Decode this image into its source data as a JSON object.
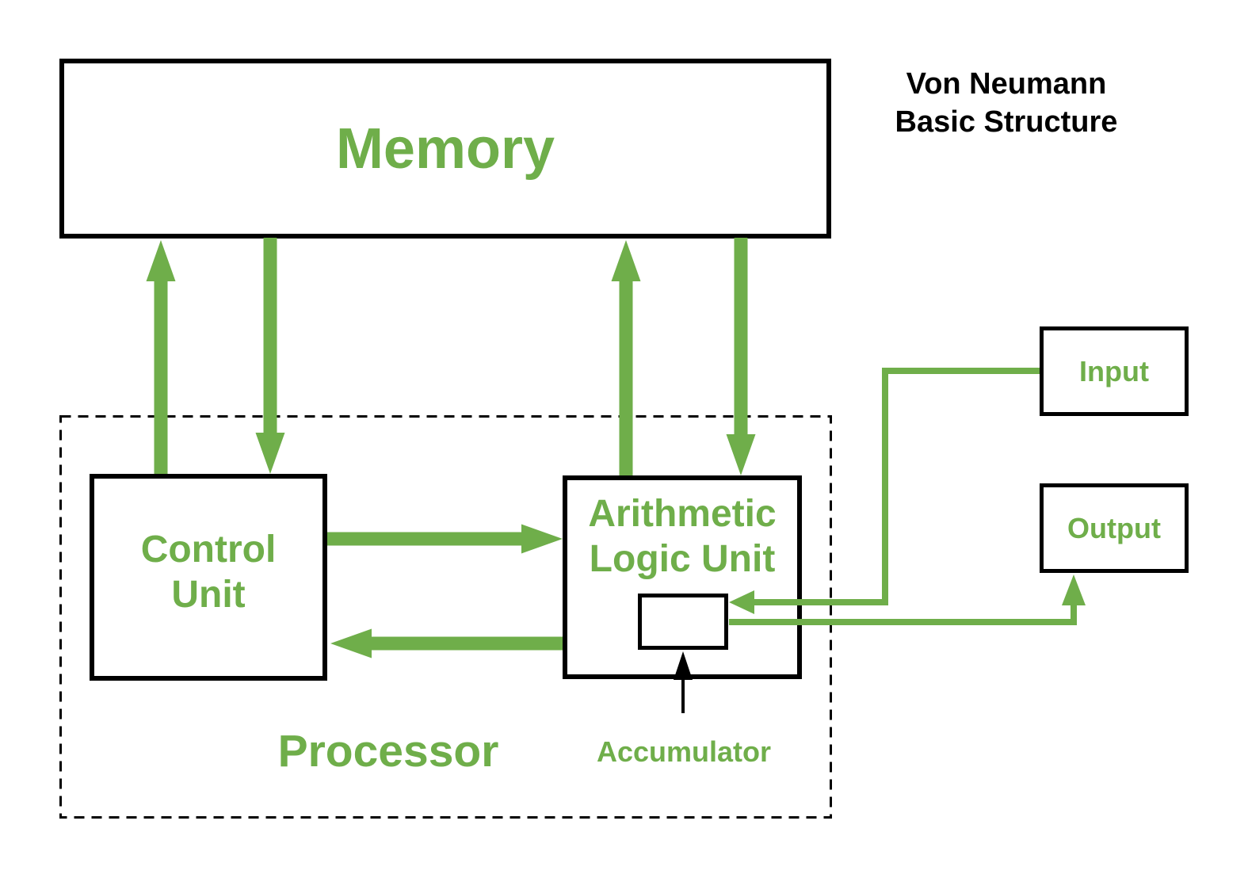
{
  "title": {
    "line1": "Von Neumann",
    "line2": "Basic Structure"
  },
  "boxes": {
    "memory": {
      "label": "Memory"
    },
    "control_unit": {
      "line1": "Control",
      "line2": "Unit"
    },
    "alu": {
      "line1": "Arithmetic",
      "line2": "Logic Unit"
    },
    "accumulator": {
      "label": "Accumulator"
    },
    "processor": {
      "label": "Processor"
    },
    "input": {
      "label": "Input"
    },
    "output": {
      "label": "Output"
    }
  },
  "colors": {
    "green": "#6fae4a",
    "black": "#000000",
    "background": "#ffffff"
  },
  "connections": [
    {
      "from": "Control Unit",
      "to": "Memory",
      "style": "thick-green-arrow"
    },
    {
      "from": "Memory",
      "to": "Control Unit",
      "style": "thick-green-arrow"
    },
    {
      "from": "Arithmetic Logic Unit",
      "to": "Memory",
      "style": "thick-green-arrow"
    },
    {
      "from": "Memory",
      "to": "Arithmetic Logic Unit",
      "style": "thick-green-arrow"
    },
    {
      "from": "Control Unit",
      "to": "Arithmetic Logic Unit",
      "style": "thick-green-arrow"
    },
    {
      "from": "Arithmetic Logic Unit",
      "to": "Control Unit",
      "style": "thick-green-arrow"
    },
    {
      "from": "Input",
      "to": "Accumulator",
      "style": "thin-green-elbow-arrow"
    },
    {
      "from": "Accumulator",
      "to": "Output",
      "style": "thin-green-elbow-arrow"
    },
    {
      "from": "Accumulator label",
      "to": "Accumulator box",
      "style": "thin-black-arrow"
    }
  ]
}
